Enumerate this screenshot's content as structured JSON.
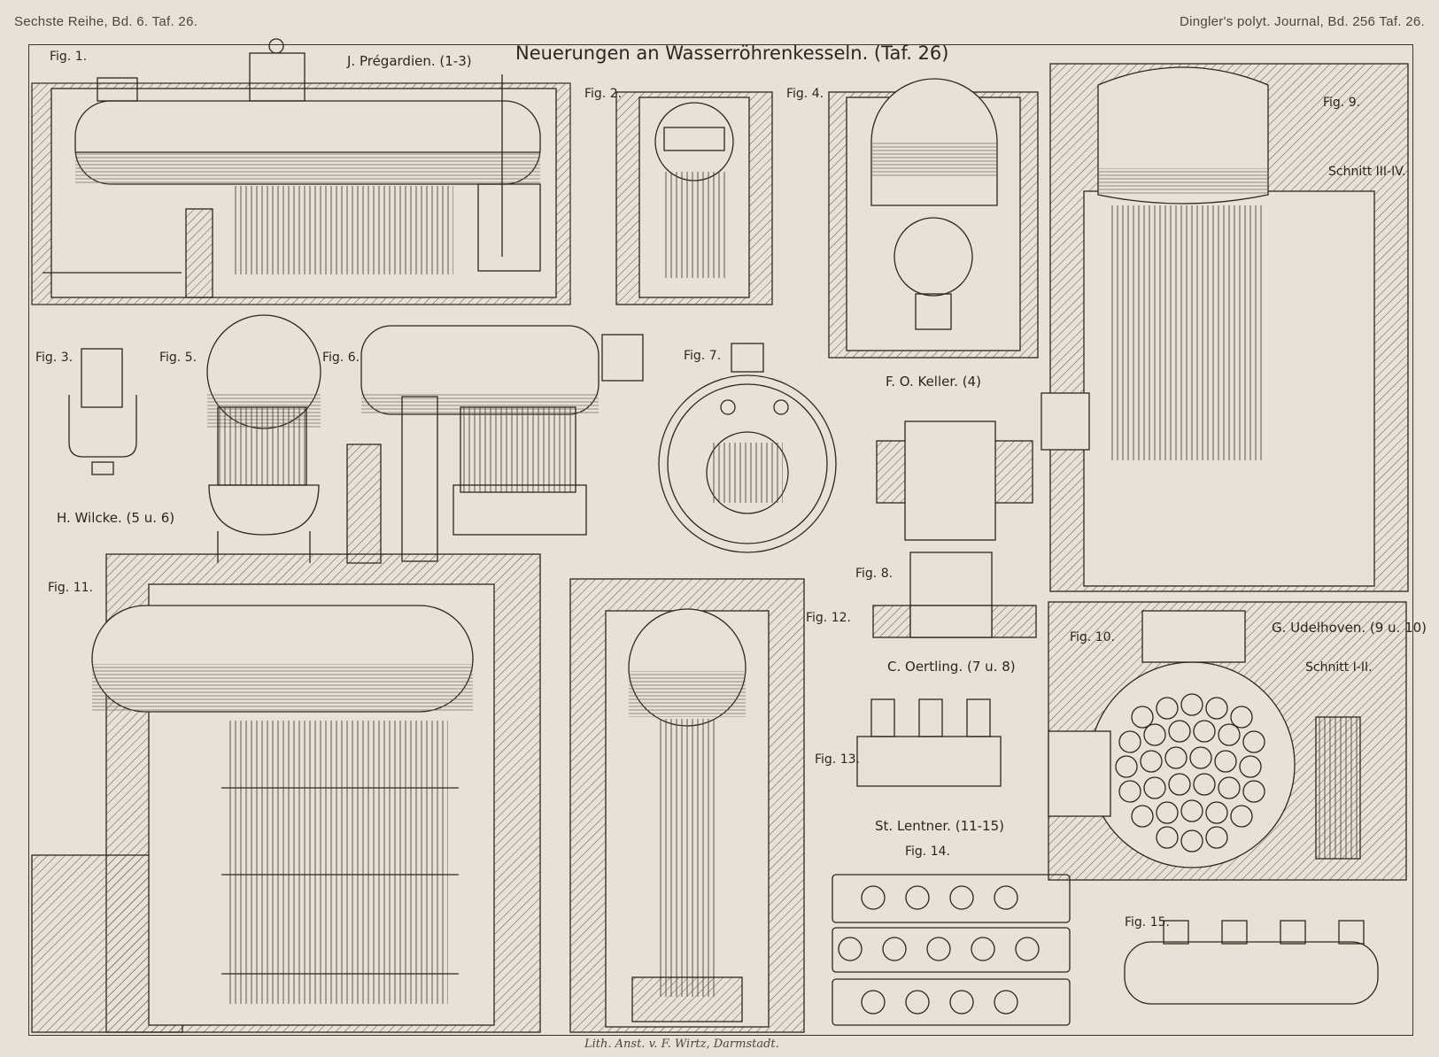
{
  "header": {
    "left": "Sechste Reihe, Bd. 6. Taf. 26.",
    "right": "Dingler's polyt. Journal, Bd. 256 Taf. 26."
  },
  "title": "Neuerungen an Wasserröhrenkesseln. (Taf. 26)",
  "authors": {
    "pregardien": "J. Prégardien. (1-3)",
    "keller": "F. O. Keller. (4)",
    "wilcke": "H. Wilcke. (5 u. 6)",
    "oertling": "C. Oertling. (7 u. 8)",
    "udelhoven": "G. Udelhoven. (9 u. 10)",
    "lentner": "St. Lentner. (11-15)"
  },
  "figures": {
    "f1": "Fig. 1.",
    "f2": "Fig. 2.",
    "f3": "Fig. 3.",
    "f4": "Fig. 4.",
    "f5": "Fig. 5.",
    "f6": "Fig. 6.",
    "f7": "Fig. 7.",
    "f8": "Fig. 8.",
    "f9": "Fig. 9.",
    "f10": "Fig. 10.",
    "f11": "Fig. 11.",
    "f12": "Fig. 12.",
    "f13": "Fig. 13.",
    "f14": "Fig. 14.",
    "f15": "Fig. 15."
  },
  "sections": {
    "s34": "Schnitt III-IV.",
    "s12": "Schnitt I-II."
  },
  "footer": "Lith. Anst. v. F. Wirtz, Darmstadt."
}
